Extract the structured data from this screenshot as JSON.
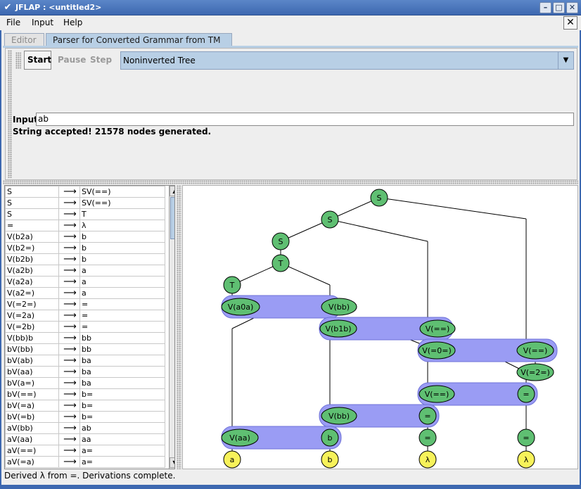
{
  "window": {
    "title": "JFLAP : <untitled2>",
    "controls": [
      "minimize",
      "maximize",
      "close"
    ]
  },
  "menu": {
    "items": [
      "File",
      "Input",
      "Help"
    ]
  },
  "tabs": [
    {
      "label": "Editor",
      "active": false
    },
    {
      "label": "Parser for Converted Grammar from TM",
      "active": true
    }
  ],
  "toolbar": {
    "start": "Start",
    "pause": "Pause",
    "step": "Step",
    "view_mode": "Noninverted Tree"
  },
  "input": {
    "label": "Input",
    "value": "ab"
  },
  "result": "String accepted!  21578 nodes generated.",
  "rules": [
    [
      "S",
      "SV(==)"
    ],
    [
      "S",
      "SV(==)"
    ],
    [
      "S",
      "T"
    ],
    [
      "=",
      "λ"
    ],
    [
      "V(b2a)",
      "b"
    ],
    [
      "V(b2=)",
      "b"
    ],
    [
      "V(b2b)",
      "b"
    ],
    [
      "V(a2b)",
      "a"
    ],
    [
      "V(a2a)",
      "a"
    ],
    [
      "V(a2=)",
      "a"
    ],
    [
      "V(=2=)",
      "="
    ],
    [
      "V(=2a)",
      "="
    ],
    [
      "V(=2b)",
      "="
    ],
    [
      "V(bb)b",
      "bb"
    ],
    [
      "bV(bb)",
      "bb"
    ],
    [
      "bV(ab)",
      "ba"
    ],
    [
      "bV(aa)",
      "ba"
    ],
    [
      "bV(a=)",
      "ba"
    ],
    [
      "bV(==)",
      "b="
    ],
    [
      "bV(=a)",
      "b="
    ],
    [
      "bV(=b)",
      "b="
    ],
    [
      "aV(bb)",
      "ab"
    ],
    [
      "aV(aa)",
      "aa"
    ],
    [
      "aV(==)",
      "a="
    ],
    [
      "aV(=a)",
      "a="
    ]
  ],
  "tree": {
    "nodes": {
      "s0": "S",
      "s1": "S",
      "s2": "S",
      "t1": "T",
      "t2": "T",
      "va0a": "V(a0a)",
      "vbb1": "V(bb)",
      "vb1b": "V(b1b)",
      "veq1": "V(==)",
      "v0": "V(=0=)",
      "veq2": "V(==)",
      "v2": "V(=2=)",
      "veq3": "V(==)",
      "eq1": "=",
      "vbb2": "V(bb)",
      "eq2": "=",
      "vaa": "V(aa)",
      "b1": "b",
      "eq3": "=",
      "eq4": "=",
      "la": "a",
      "lb": "b",
      "lam1": "λ",
      "lam2": "λ"
    }
  },
  "statusbar": "Derived λ from =.  Derivations complete.",
  "colors": {
    "node_fill": "#5fbf72",
    "leaf_fill": "#f7f25a",
    "highlight": "#9a9cf4",
    "tab_active": "#b8cfe5"
  }
}
